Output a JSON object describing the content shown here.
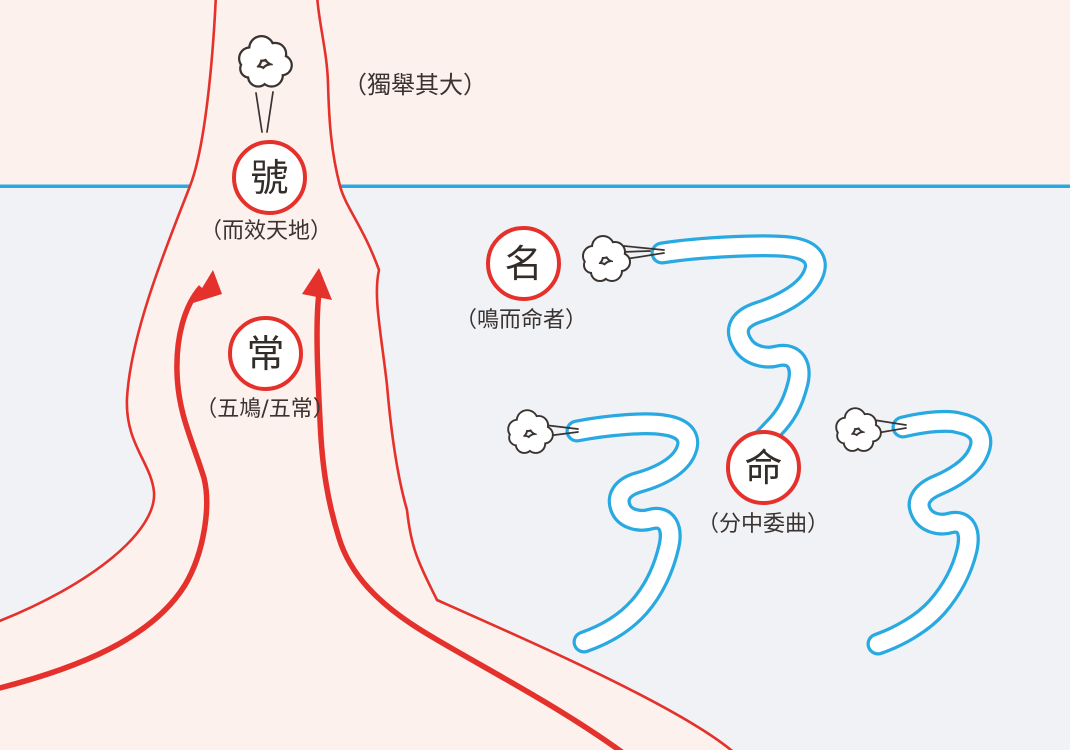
{
  "diagram": {
    "kind": "horn-and-birdsong diagram",
    "top_label": "（獨舉其大）",
    "funnel_nodes": [
      {
        "char": "號",
        "label": "（而效天地）"
      },
      {
        "char": "常",
        "label": "（五鳩/五常）"
      }
    ],
    "right_nodes": [
      {
        "char": "名",
        "label": "（鳴而命者）"
      },
      {
        "char": "命",
        "label": "（分中委曲）"
      }
    ]
  },
  "palette": {
    "top_band": "#fdf1ed",
    "lower_band": "#f0f2f6",
    "divider_blue": "#29a9e1",
    "red": "#e5312b",
    "tube_blue": "#29a9e1",
    "ink": "#3a332f",
    "white": "#ffffff"
  },
  "icons": [
    "steam-puff-icon",
    "speed-lines-icon",
    "flow-arrow-icon"
  ]
}
